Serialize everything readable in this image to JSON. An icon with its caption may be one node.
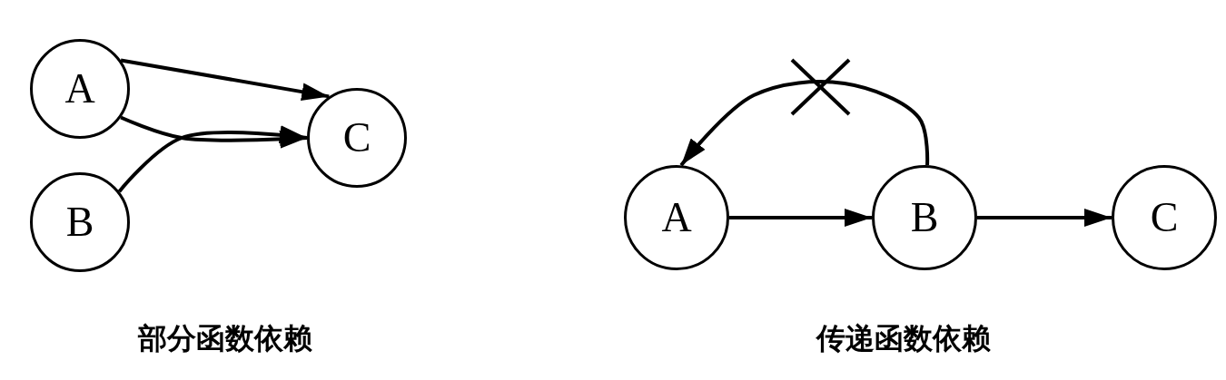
{
  "diagram": {
    "nodes": [
      {
        "text": [
          "A"
        ]
      },
      {
        "text": [
          "B"
        ]
      },
      {
        "text": [
          "C"
        ]
      },
      {
        "text": [
          "A"
        ]
      },
      {
        "text": [
          "B"
        ]
      },
      {
        "text": [
          "C"
        ]
      }
    ],
    "edges": [
      {
        "from": 0,
        "to": 2,
        "arrow": "to"
      },
      {
        "from": 0,
        "to": 2,
        "arrow": "to"
      },
      {
        "from": 1,
        "to": 2,
        "arrow": "to"
      },
      {
        "from": 3,
        "to": 4,
        "arrow": "to"
      },
      {
        "from": 4,
        "to": 5,
        "arrow": "to"
      },
      {
        "from": 4,
        "to": 3,
        "arrow": "to"
      }
    ],
    "labels": [
      "部分函数依赖",
      "传递函数依赖"
    ]
  }
}
